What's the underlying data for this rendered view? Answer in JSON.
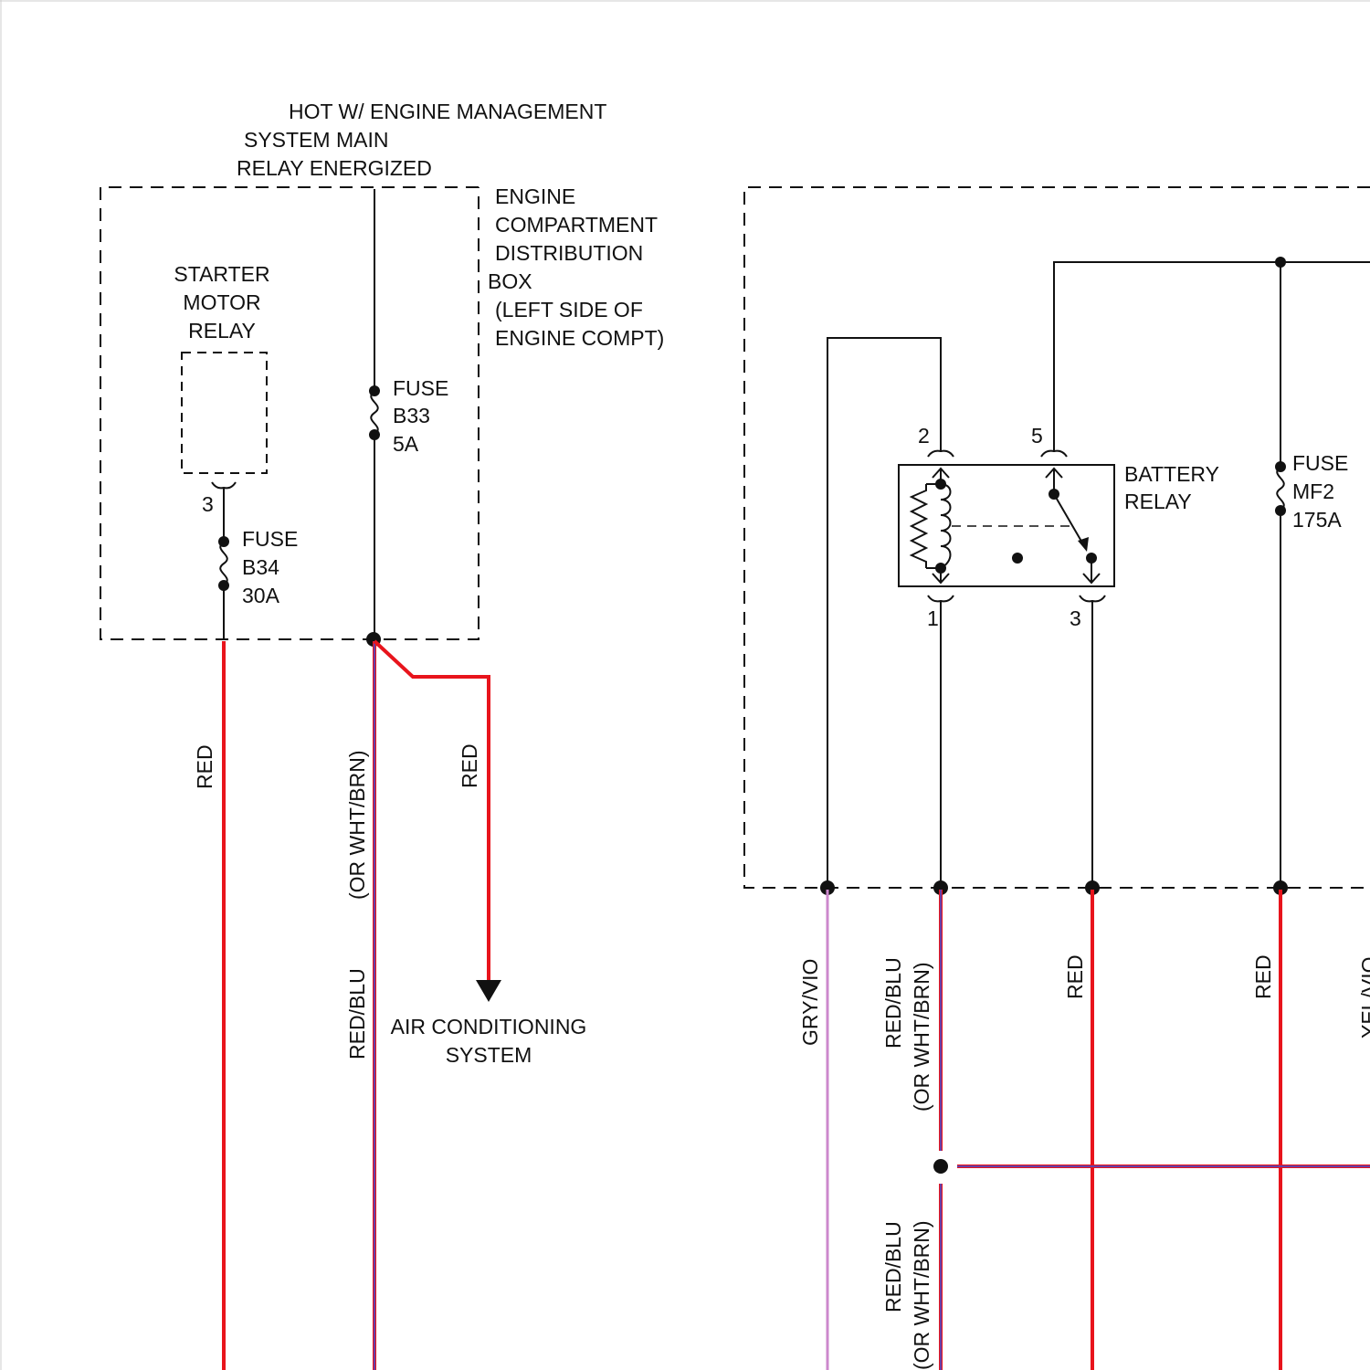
{
  "colors": {
    "line": "#111111",
    "wire_red": "#e8141c",
    "wire_blue_stripe": "#3b4fd8",
    "wire_violet": "#cc88cc",
    "background": "#ffffff"
  },
  "header": {
    "hot_line1": "HOT W/ ENGINE MANAGEMENT",
    "hot_line2": "SYSTEM MAIN",
    "hot_line3": "RELAY ENERGIZED"
  },
  "distribution_box": {
    "line1": "ENGINE",
    "line2": "COMPARTMENT",
    "line3": "DISTRIBUTION",
    "line4": "BOX",
    "line5": "(LEFT SIDE OF",
    "line6": "ENGINE COMPT)"
  },
  "starter_relay": {
    "line1": "STARTER",
    "line2": "MOTOR",
    "line3": "RELAY",
    "pin": "3"
  },
  "fuse_b34": {
    "line1": "FUSE",
    "line2": "B34",
    "line3": "30A"
  },
  "fuse_b33": {
    "line1": "FUSE",
    "line2": "B33",
    "line3": "5A"
  },
  "fuse_mf2": {
    "line1": "FUSE",
    "line2": "MF2",
    "line3": "175A"
  },
  "battery_relay": {
    "line1": "BATTERY",
    "line2": "RELAY",
    "pin_2": "2",
    "pin_5": "5",
    "pin_1": "1",
    "pin_3": "3"
  },
  "ac_system": {
    "line1": "AIR CONDITIONING",
    "line2": "SYSTEM"
  },
  "wire_labels": {
    "red_left": "RED",
    "or_wht_brn_left": "(OR WHT/BRN)",
    "red_blu_left": "RED/BLU",
    "red_ac": "RED",
    "gry_vio": "GRY/VIO",
    "red_blu_mid": "RED/BLU",
    "or_wht_brn_mid": "(OR WHT/BRN)",
    "red_relay_pin3": "RED",
    "red_fuse_mf2": "RED",
    "yel_vio_clipped": "YEL/VIO",
    "red_blu_low": "RED/BLU",
    "or_wht_brn_low": "(OR WHT/BRN)"
  }
}
